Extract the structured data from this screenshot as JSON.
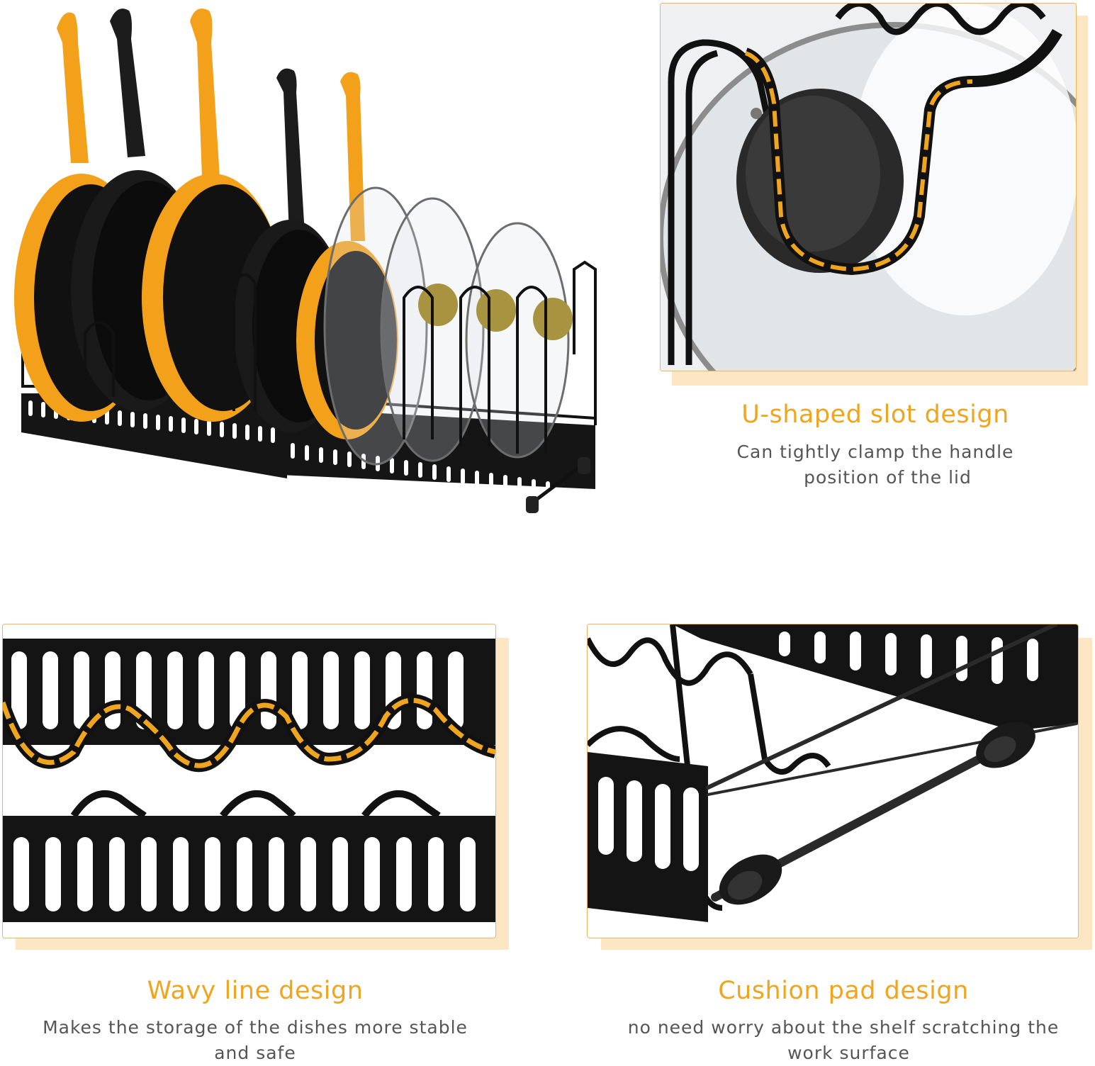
{
  "features": [
    {
      "title": "U-shaped slot design",
      "desc_line1": "Can tightly clamp the handle",
      "desc_line2": "position of the lid"
    },
    {
      "title": "Wavy line design",
      "desc_line1": "Makes the storage of the dishes more stable",
      "desc_line2": "and safe"
    },
    {
      "title": "Cushion pad design",
      "desc_line1": "no need worry about the shelf scratching the",
      "desc_line2": "work surface"
    }
  ],
  "colors": {
    "accent": "#f0a51f",
    "frame_border": "#f3b45a",
    "shadow": "#fde6c4",
    "rack_black": "#111111",
    "pan_orange": "#f3a11b"
  }
}
